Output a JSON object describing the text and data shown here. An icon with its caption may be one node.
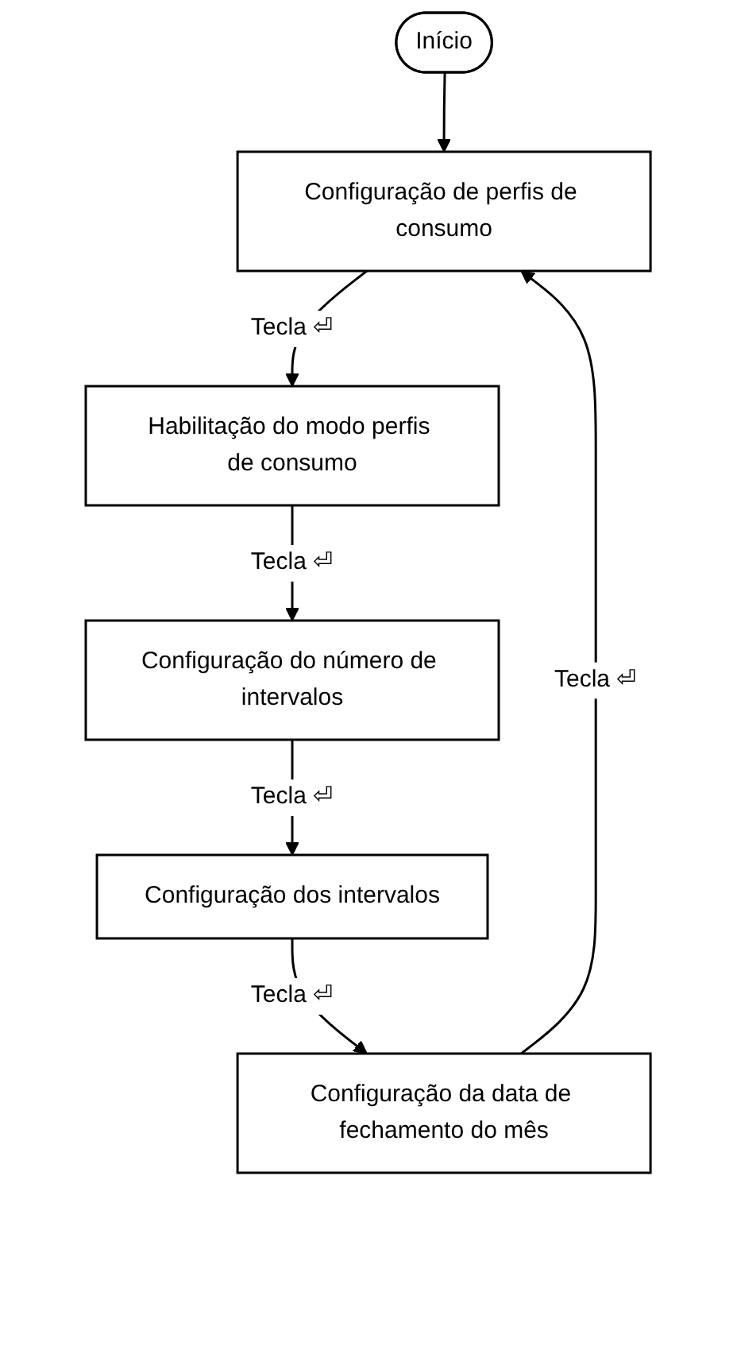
{
  "diagram": {
    "nodes": [
      {
        "text": [
          "Início"
        ]
      },
      {
        "text": [
          "Configuração de perfis de consumo"
        ]
      },
      {
        "text": [
          "Habilitação do modo perfis de consumo"
        ]
      },
      {
        "text": [
          "Configuração do número de intervalos"
        ]
      },
      {
        "text": [
          "Configuração dos intervalos"
        ]
      },
      {
        "text": [
          "Configuração da data de fechamento do mês"
        ]
      }
    ],
    "edges": [
      {
        "from": 0,
        "to": 1,
        "arrow": "to"
      },
      {
        "from": 1,
        "to": 2,
        "label": "Tecla ⏎",
        "arrow": "to"
      },
      {
        "from": 2,
        "to": 3,
        "label": "Tecla ⏎",
        "arrow": "to"
      },
      {
        "from": 3,
        "to": 4,
        "label": "Tecla ⏎",
        "arrow": "to"
      },
      {
        "from": 4,
        "to": 5,
        "label": "Tecla ⏎",
        "arrow": "to"
      },
      {
        "from": 5,
        "to": 1,
        "label": "Tecla ⏎",
        "arrow": "to"
      }
    ]
  }
}
